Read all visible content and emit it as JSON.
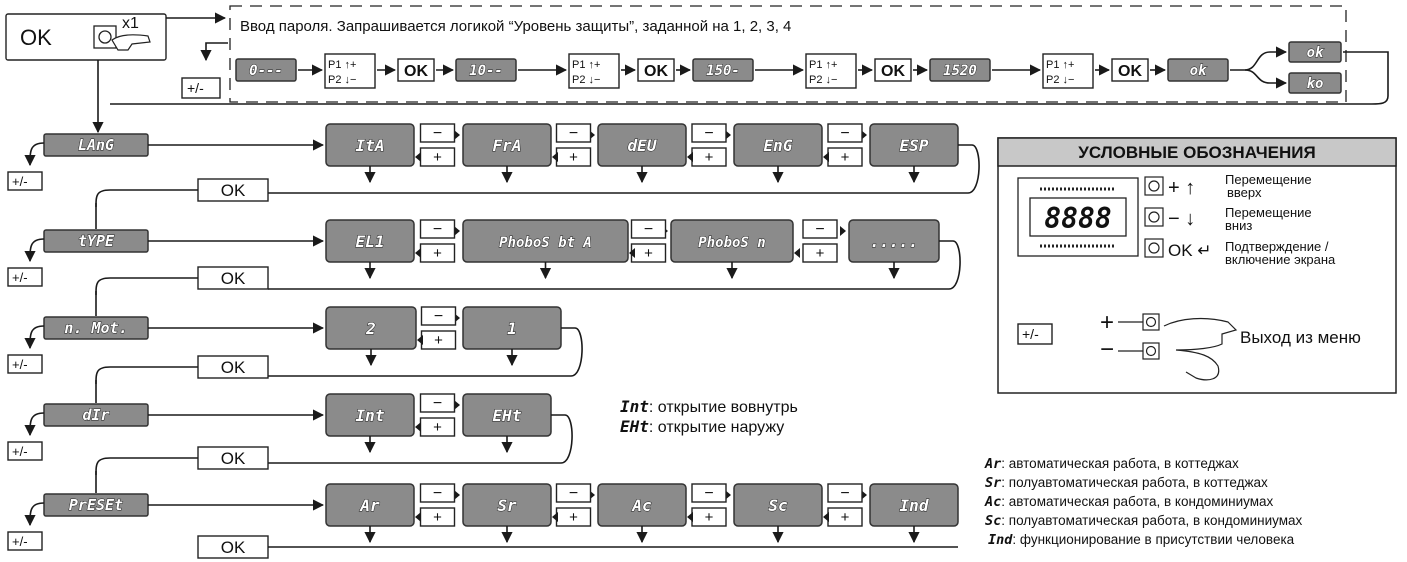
{
  "top": {
    "ok_label": "OK",
    "x1_label": "x1",
    "password_title": "Ввод пароля. Запрашивается логикой “Уровень защиты”, заданной на 1, 2, 3, 4",
    "plusminus": "+/-",
    "steps": [
      "0---",
      "10--",
      "150-",
      "1520",
      "ok"
    ],
    "p1": "P1 ↑+",
    "p2": "P2 ↓−",
    "ok_btn": "OK",
    "results": [
      "ok",
      "ko"
    ]
  },
  "menus": [
    {
      "name": "LAnG",
      "options": [
        "ItA",
        "FrA",
        "dEU",
        "EnG",
        "ESP"
      ]
    },
    {
      "name": "tYPE",
      "options": [
        "EL1",
        "PhoboS bt A",
        "PhoboS n",
        "....."
      ]
    },
    {
      "name": "n. Mot.",
      "options": [
        "2",
        "1"
      ]
    },
    {
      "name": "dIr",
      "options": [
        "Int",
        "EHt"
      ]
    },
    {
      "name": "PrESEt",
      "options": [
        "Ar",
        "Sr",
        "Ac",
        "Sc",
        "Ind"
      ]
    }
  ],
  "ok_label": "OK",
  "minus": "−",
  "plus": "+",
  "dir_notes": [
    {
      "code": "Int",
      "text": ": открытие вовнутрь"
    },
    {
      "code": "EHt",
      "text": ": открытие наружу"
    }
  ],
  "preset_notes": [
    {
      "code": "Ar",
      "text": ": автоматическая работа, в коттеджах"
    },
    {
      "code": "Sr",
      "text": ": полуавтоматическая работа, в коттеджах"
    },
    {
      "code": "Ac",
      "text": ": автоматическая работа, в кондоминиумах"
    },
    {
      "code": "Sc",
      "text": ": полуавтоматическая работа, в кондоминиумах"
    },
    {
      "code": "Ind",
      "text": ": функционирование в присутствии человека"
    }
  ],
  "legend": {
    "title": "УСЛОВНЫЕ ОБОЗНАЧЕНИЯ",
    "display": "8888",
    "up_sym": "+ ↑",
    "up_line1": "Перемещение",
    "up_line2": "вверх",
    "down_sym": "− ↓",
    "down_line1": "Перемещение",
    "down_line2": "вниз",
    "ok_sym": "OK ↵",
    "ok_line1": "Подтверждение /",
    "ok_line2": "включение экрана",
    "plusminus": "+/-",
    "exit_plus": "+",
    "exit_minus": "−",
    "exit_text": "Выход из меню"
  },
  "colors": {
    "lcd_fill": "#8b8b8b",
    "legend_header": "#c8c8c8",
    "line": "#1a1a1a"
  }
}
